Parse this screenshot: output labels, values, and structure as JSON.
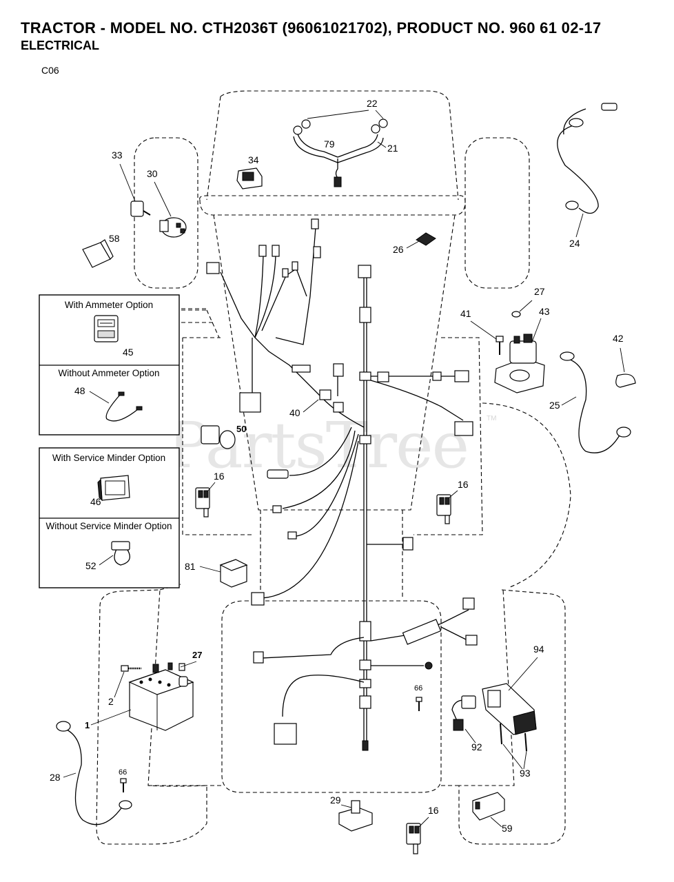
{
  "header": {
    "title": "TRACTOR - MODEL NO. CTH2036T (96061021702), PRODUCT NO. 960 61 02-17",
    "subtitle": "ELECTRICAL",
    "diagram_code": "C06"
  },
  "watermark": {
    "text": "PartsTree",
    "tm": "TM"
  },
  "option_boxes": [
    {
      "top_label": "With Ammeter Option",
      "top_part": "45",
      "bottom_label": "Without Ammeter Option",
      "bottom_part": "48"
    },
    {
      "top_label": "With Service Minder Option",
      "top_part": "46",
      "bottom_label": "Without Service Minder Option",
      "bottom_part": "52"
    }
  ],
  "callouts": {
    "p1": "1",
    "p2": "2",
    "p16a": "16",
    "p16b": "16",
    "p16c": "16",
    "p21": "21",
    "p22": "22",
    "p24": "24",
    "p25": "25",
    "p26": "26",
    "p27a": "27",
    "p27b": "27",
    "p28": "28",
    "p29": "29",
    "p30": "30",
    "p33": "33",
    "p34": "34",
    "p40": "40",
    "p41": "41",
    "p42": "42",
    "p43": "43",
    "p50": "50",
    "p58": "58",
    "p59": "59",
    "p66a": "66",
    "p66b": "66",
    "p79": "79",
    "p81": "81",
    "p92": "92",
    "p93": "93",
    "p94": "94"
  }
}
